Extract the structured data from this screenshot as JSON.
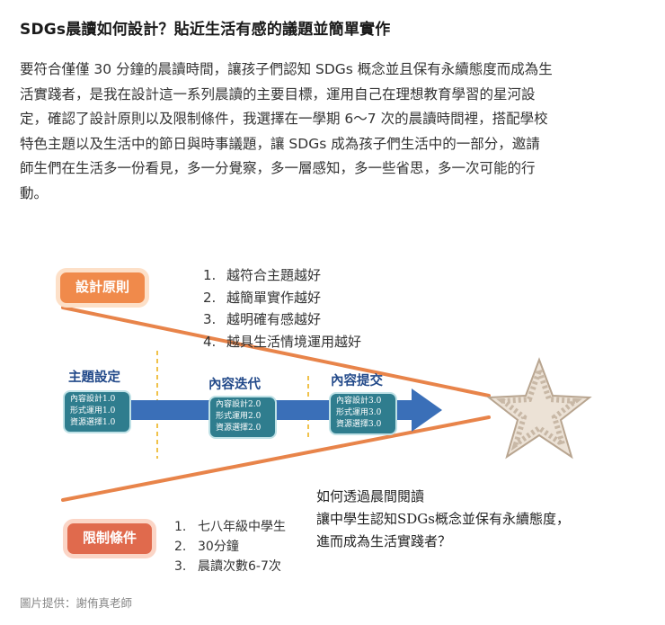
{
  "article": {
    "title": "SDGs晨讀如何設計？貼近生活有感的議題並簡單實作",
    "body_lines": [
      "要符合僅僅 30 分鐘的晨讀時間，讓孩子們認知 SDGs 概念並且保有永續態度而成為生",
      "活實踐者，是我在設計這一系列晨讀的主要目標，運用自己在理想教育學習的星河設",
      "定，確認了設計原則以及限制條件，我選擇在一學期 6～7 次的晨讀時間裡，搭配學校",
      "特色主題以及生活中的節日與時事議題，讓 SDGs 成為孩子們生活中的一部分，邀請",
      "師生們在生活多一份看見，多一分覺察，多一層感知，多一些省思，多一次可能的行",
      "動。"
    ],
    "credit": "圖片提供：謝侑真老師"
  },
  "diagram": {
    "design_principles": {
      "label": "設計原則",
      "items": [
        {
          "num": "1.",
          "text": "越符合主題越好"
        },
        {
          "num": "2.",
          "text": "越簡單實作越好"
        },
        {
          "num": "3.",
          "text": "越明確有感越好"
        },
        {
          "num": "4.",
          "text": "越具生活情境運用越好"
        }
      ]
    },
    "stages": [
      {
        "title": "主題設定",
        "lines": [
          "內容設計1.0",
          "形式運用1.0",
          "資源選擇1.0"
        ]
      },
      {
        "title": "內容迭代",
        "lines": [
          "內容設計2.0",
          "形式運用2.0",
          "資源選擇2.0"
        ]
      },
      {
        "title": "內容提交",
        "lines": [
          "內容設計3.0",
          "形式運用3.0",
          "資源選擇3.0"
        ]
      }
    ],
    "constraints": {
      "label": "限制條件",
      "items": [
        {
          "num": "1.",
          "text": "七八年級中學生"
        },
        {
          "num": "2.",
          "text": "30分鐘"
        },
        {
          "num": "3.",
          "text": "晨讀次數6-7次"
        }
      ]
    },
    "question_lines": [
      "如何透過晨間閱讀",
      "讓中學生認知SDGs概念並保有永續態度，",
      "進而成為生活實踐者？"
    ],
    "colors": {
      "funnel_line": "#e8844a",
      "dashed_line": "#f0c24a",
      "arrow": "#3a6fb8",
      "stage_box": "#2f7d8e",
      "star": "#c8b8a6",
      "pill_design": "#f08a4b",
      "pill_limit": "#e06a4d"
    }
  }
}
